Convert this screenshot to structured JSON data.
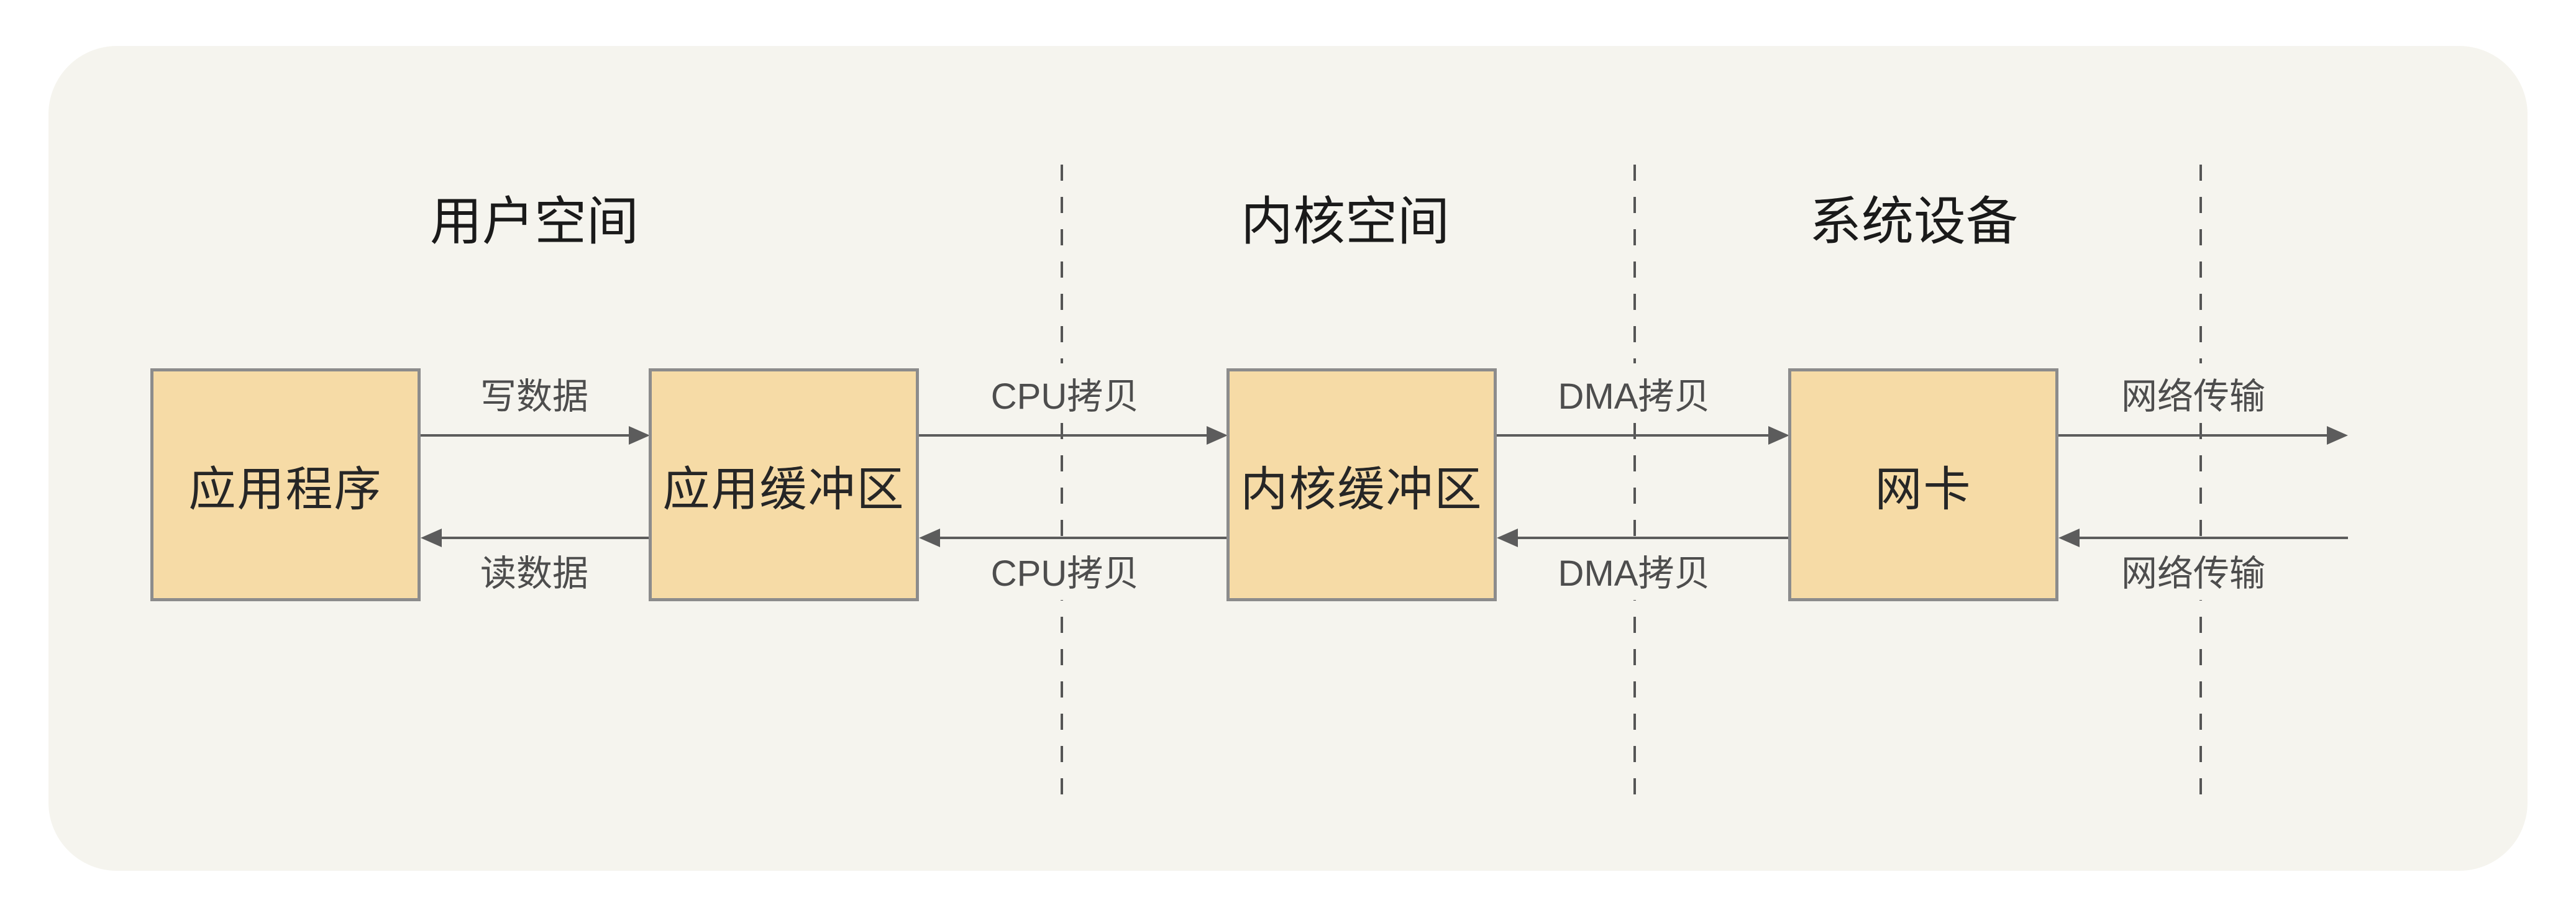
{
  "sections": [
    {
      "label": "用户空间"
    },
    {
      "label": "内核空间"
    },
    {
      "label": "系统设备"
    }
  ],
  "nodes": [
    {
      "label": "应用程序"
    },
    {
      "label": "应用缓冲区"
    },
    {
      "label": "内核缓冲区"
    },
    {
      "label": "网卡"
    }
  ],
  "top_flows": [
    {
      "label": "写数据",
      "direction": "right"
    },
    {
      "label": "CPU拷贝",
      "direction": "right"
    },
    {
      "label": "DMA拷贝",
      "direction": "right"
    },
    {
      "label": "网络传输",
      "direction": "right"
    }
  ],
  "bottom_flows": [
    {
      "label": "读数据",
      "direction": "left"
    },
    {
      "label": "CPU拷贝",
      "direction": "left"
    },
    {
      "label": "DMA拷贝",
      "direction": "left"
    },
    {
      "label": "网络传输",
      "direction": "left"
    }
  ],
  "colors": {
    "canvas_background": "#ffffff",
    "card_background": "#f5f4ee",
    "node_fill": "#f6dba6",
    "node_border": "#8c8c8c",
    "arrow": "#5c5c5c",
    "dashed_divider": "#555555",
    "flow_label_text": "#4d4d4d",
    "node_label_text": "#262626",
    "section_label_text": "#1a1a1a"
  }
}
